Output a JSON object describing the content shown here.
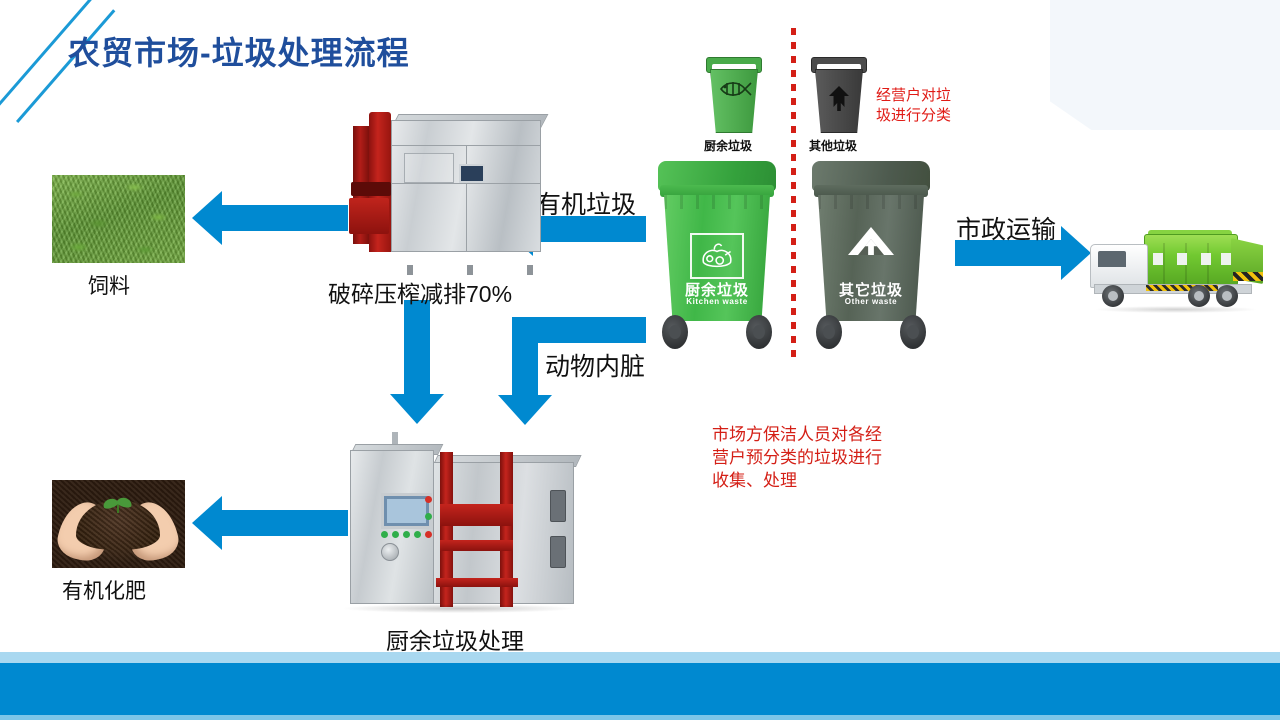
{
  "slide": {
    "title": "农贸市场-垃圾处理流程",
    "accent_blue": "#0089d0",
    "title_blue": "#1f4e9c",
    "red": "#d41f16"
  },
  "annotations": {
    "sorting_note": "经营户对垃\n圾进行分类",
    "collection_note": "市场方保洁人员对各经\n营户预分类的垃圾进行\n收集、处理"
  },
  "flow_labels": {
    "organic_waste": "有机垃圾",
    "animal_viscera": "动物内脏",
    "municipal_transport": "市政运输"
  },
  "captions": {
    "feed": "饲料",
    "crusher": "破碎压榨减排70%",
    "fertilizer": "有机化肥",
    "kitchen_processor": "厨余垃圾处理"
  },
  "small_bins": [
    {
      "label": "厨余垃圾",
      "color": "#5cb85c",
      "icon": "fish-bones-icon"
    },
    {
      "label": "其他垃圾",
      "color": "#4a4a4a",
      "icon": "recycle-arrow-icon"
    }
  ],
  "large_bins": [
    {
      "label_cn": "厨余垃圾",
      "label_en": "Kitchen waste",
      "color": "#3fb84a",
      "lid_color": "#34a83f",
      "icon": "food-scraps-icon"
    },
    {
      "label_cn": "其它垃圾",
      "label_en": "Other waste",
      "color": "#5d6b5e",
      "lid_color": "#4e5b4f",
      "icon": "recycle-triangle-icon"
    }
  ],
  "images": {
    "feed_photo_alt": "grass-feed-photo",
    "fertilizer_photo_alt": "hands-holding-soil-seedling-photo",
    "crusher_photo_alt": "crushing-press-machine-photo",
    "processor_photo_alt": "kitchen-waste-processing-machine-photo",
    "truck_photo_alt": "green-garbage-truck-photo"
  }
}
